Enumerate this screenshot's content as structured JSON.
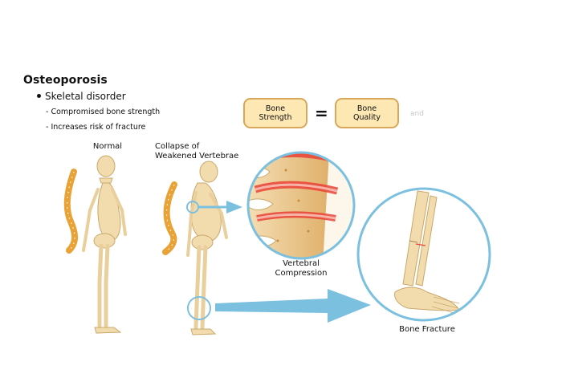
{
  "title": "Osteoporosis",
  "bullet": "Skeletal disorder",
  "subpoints": [
    "Compromised bone strength",
    "Increases risk of fracture"
  ],
  "equation": {
    "left": [
      "Bone",
      "Strength"
    ],
    "operator": "=",
    "right": [
      "Bone",
      "Quality"
    ],
    "trailing": "and"
  },
  "captions": {
    "normal": "Normal",
    "collapse": [
      "Collapse of",
      "Weakened Vertebrae"
    ],
    "vertebral": [
      "Vertebral",
      "Compression"
    ],
    "fracture": "Bone Fracture"
  },
  "colors": {
    "bone": "#f2dcae",
    "bone_outline": "#c9a86a",
    "spine": "#e8a235",
    "callout": "#7cc0e0",
    "box_fill": "#fde7b3",
    "box_border": "#d9a65a",
    "compression_red": "#e94236"
  }
}
